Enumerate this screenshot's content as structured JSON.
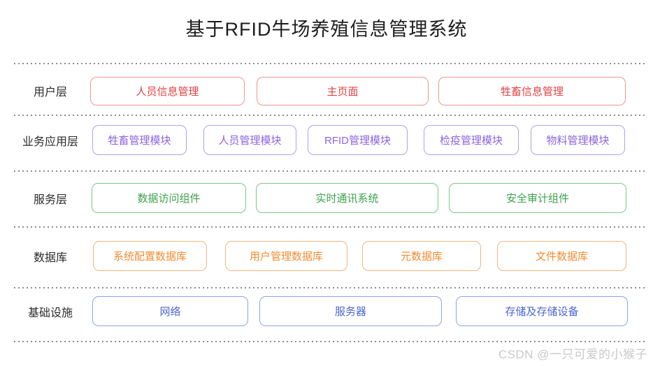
{
  "title": "基于RFID牛场养殖信息管理系统",
  "watermark": "CSDN @一只可爱的小猴子",
  "colors": {
    "user_layer_text": "#e04343",
    "user_layer_border": "#ef9595",
    "business_layer_text": "#8d64dd",
    "business_layer_border": "#b3a0ea",
    "service_layer_text": "#3fa14c",
    "service_layer_border": "#7fc58b",
    "database_layer_text": "#f08c33",
    "database_layer_border": "#f6b579",
    "infrastructure_layer_text": "#4a66d2",
    "infrastructure_layer_border": "#8fa2e8",
    "divider": "#8c8c8c",
    "title_text": "#1c1c1c",
    "watermark_text": "#c9c9c9"
  },
  "layers": [
    {
      "name": "用户层",
      "boxes": [
        "人员信息管理",
        "主页面",
        "牲畜信息管理"
      ]
    },
    {
      "name": "业务应用层",
      "boxes": [
        "牲畜管理模块",
        "人员管理模块",
        "RFID管理模块",
        "检疫管理模块",
        "物料管理模块"
      ]
    },
    {
      "name": "服务层",
      "boxes": [
        "数据访问组件",
        "实时通讯系统",
        "安全审计组件"
      ]
    },
    {
      "name": "数据库",
      "boxes": [
        "系统配置数据库",
        "用户管理数据库",
        "元数据库",
        "文件数据库"
      ]
    },
    {
      "name": "基础设施",
      "boxes": [
        "网络",
        "服务器",
        "存储及存储设备"
      ]
    }
  ]
}
